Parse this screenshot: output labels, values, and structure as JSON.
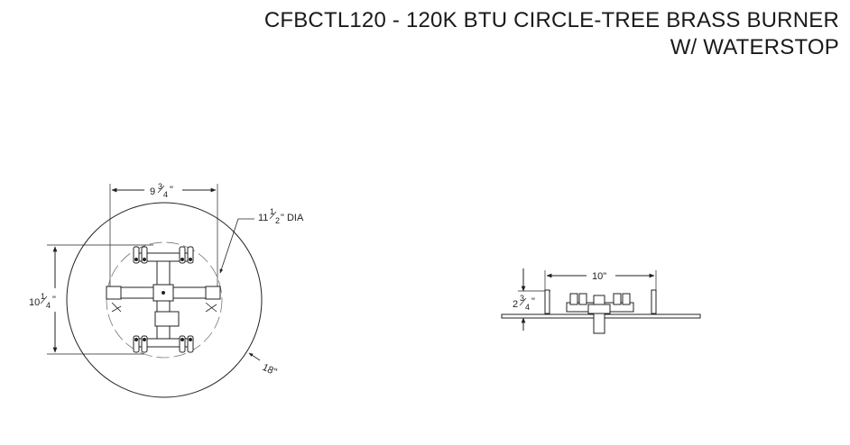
{
  "title": {
    "line1": "CFBCTL120 - 120K BTU CIRCLE-TREE BRASS BURNER",
    "line2": "W/ WATERSTOP"
  },
  "top_view": {
    "width_whole": "9",
    "width_num": "3",
    "width_den": "4",
    "width_unit": "\"",
    "height_whole": "10",
    "height_num": "1",
    "height_den": "4",
    "height_unit": "\"",
    "dia_whole": "11",
    "dia_num": "1",
    "dia_den": "2",
    "dia_suffix": "\" DIA",
    "plate_dim": "18\""
  },
  "side_view": {
    "width_label": "10\"",
    "height_whole": "2",
    "height_num": "3",
    "height_den": "4",
    "height_unit": "\""
  }
}
